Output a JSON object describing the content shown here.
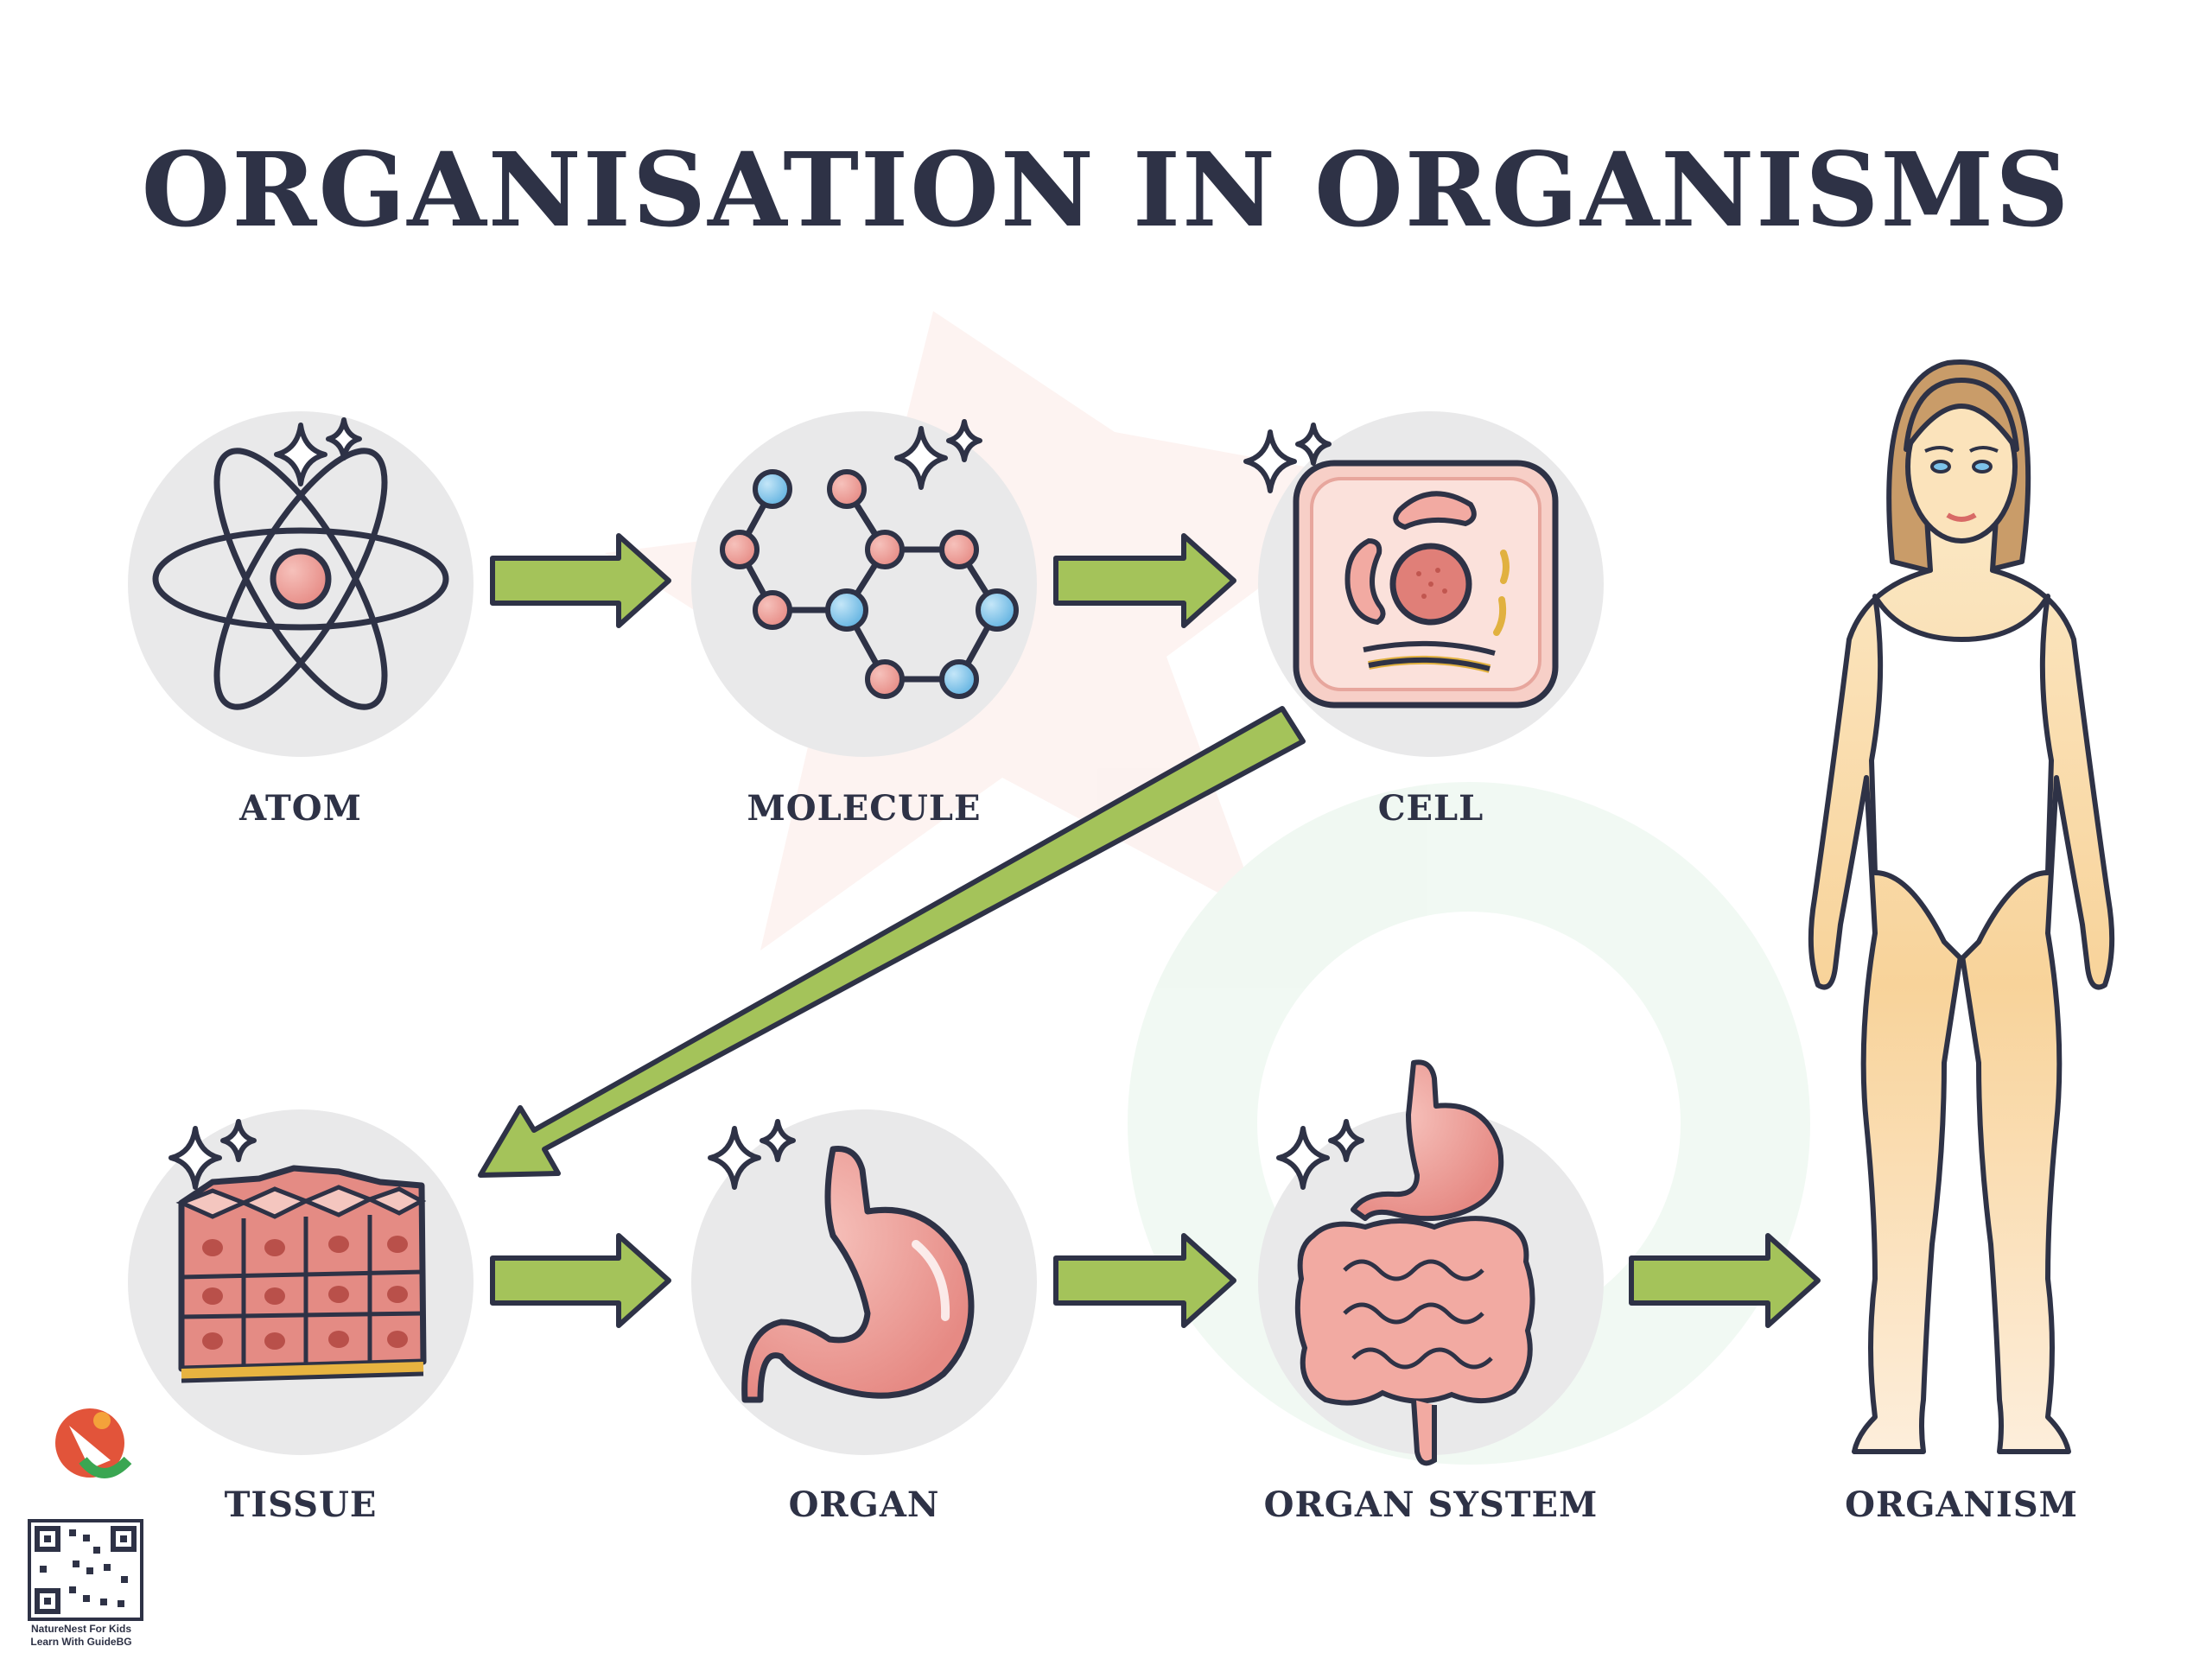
{
  "title": "ORGANISATION IN ORGANISMS",
  "levels": {
    "atom": "ATOM",
    "molecule": "MOLECULE",
    "cell": "CELL",
    "tissue": "TISSUE",
    "organ": "ORGAN",
    "organ_system": "ORGAN SYSTEM",
    "organism": "ORGANISM"
  },
  "branding": {
    "line1": "NatureNest For Kids",
    "line2": "Learn With GuideBG"
  },
  "colors": {
    "title": "#2e3246",
    "arrow_fill": "#a4c35a",
    "arrow_stroke": "#2e3246",
    "circle": "#e9e9ea",
    "pink": "#ef9a94",
    "blue": "#7cc3ea",
    "skin": "#f7dcae"
  },
  "icons": [
    "atom-icon",
    "molecule-icon",
    "cell-icon",
    "tissue-icon",
    "stomach-icon",
    "digestive-system-icon",
    "human-body-icon",
    "sparkle-icon",
    "logo-icon",
    "qr-code-icon"
  ]
}
